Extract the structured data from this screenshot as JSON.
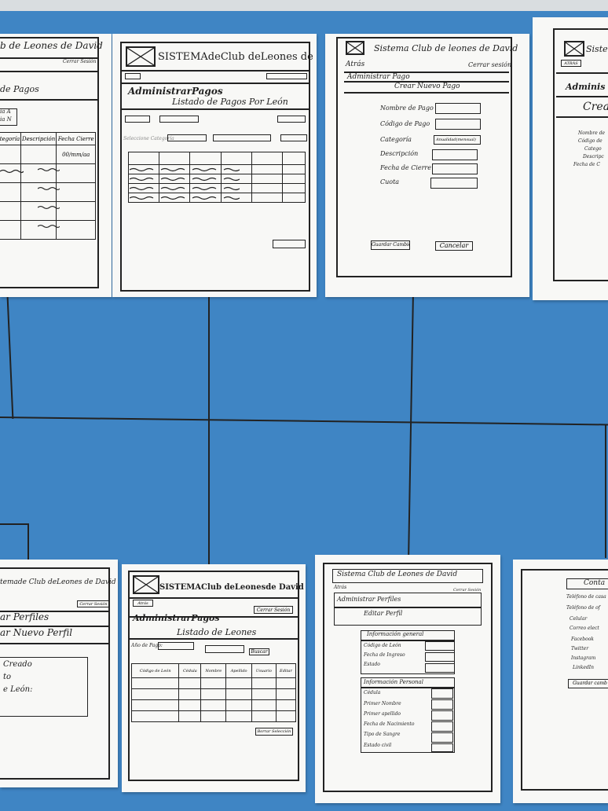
{
  "sheet1": {
    "header": "b de Leones de David",
    "logout": "Cerrar Sesión",
    "title": "de Pagos",
    "side_a": "ia A",
    "side_b": "ia N",
    "columns": [
      "tegoría",
      "Descripción",
      "Fecha Cierre"
    ],
    "date_cell": "00/mm/aa"
  },
  "sheet2": {
    "header": "SISTEMAdeClub deLeones de David",
    "title": "AdministrarPagos",
    "subtitle": "Listado de Pagos Por León",
    "category_label": "Seleccione Categoría"
  },
  "sheet3": {
    "header": "Sistema Club de leones de David",
    "back": "Atrás",
    "logout": "Cerrar sesión",
    "section": "Administrar Pago",
    "title": "Crear Nuevo Pago",
    "fields": [
      "Nombre de Pago",
      "Código de Pago",
      "Categoría",
      "Descripción",
      "Fecha de Cierre",
      "Cuota"
    ],
    "category_value": "Anualidad(mensual)",
    "save_button": "Guardar Cambios",
    "cancel_button": "Cancelar"
  },
  "sheet4": {
    "header": "Siste",
    "back": "ATRÁS",
    "title": "Adminis",
    "subtitle": "Crea",
    "fields": [
      "Nombre de",
      "Código de",
      "Catego",
      "Descripc",
      "Fecha de C"
    ]
  },
  "sheet5": {
    "header": "temade Club deLeones de David",
    "logout": "Cerrar Sesión",
    "title": "ar Perfiles",
    "subtitle": "ar Nuevo Perfil",
    "line1": "Creado",
    "line2": "to",
    "line3": "e León:"
  },
  "sheet6": {
    "header": "SISTEMAClub deLeonesde David",
    "back": "Atrás",
    "logout": "Cerrar Sesión",
    "title": "AdministrarPagos",
    "subtitle": "Listado de Leones",
    "search_label": "Año de Pago:",
    "search_button": "Buscar",
    "columns": [
      "Código de León",
      "Cédula",
      "Nombre",
      "Apellido",
      "Usuario",
      "Editar"
    ],
    "delete_button": "Borrar Selección"
  },
  "sheet7": {
    "header": "Sistema Club de Leones de David",
    "back": "Atrás",
    "logout": "Cerrar Sesión",
    "section": "Administrar Perfiles",
    "title": "Editar Perfil",
    "general_title": "Información general",
    "general_fields": [
      "Código de León",
      "Fecha de Ingreso",
      "Estado"
    ],
    "personal_title": "Información Personal",
    "personal_fields": [
      "Cédula",
      "Primer Nombre",
      "Primer apellido",
      "Fecha de Nacimiento",
      "Tipo de Sangre",
      "Estado civil"
    ]
  },
  "sheet8": {
    "title": "Conta",
    "fields": [
      "Teléfono de casa",
      "Teléfono de of",
      "Celular",
      "Correo elect",
      "Facebook",
      "Twitter",
      "Instagram",
      "LinkedIn"
    ],
    "save_button": "Guardar camb"
  }
}
